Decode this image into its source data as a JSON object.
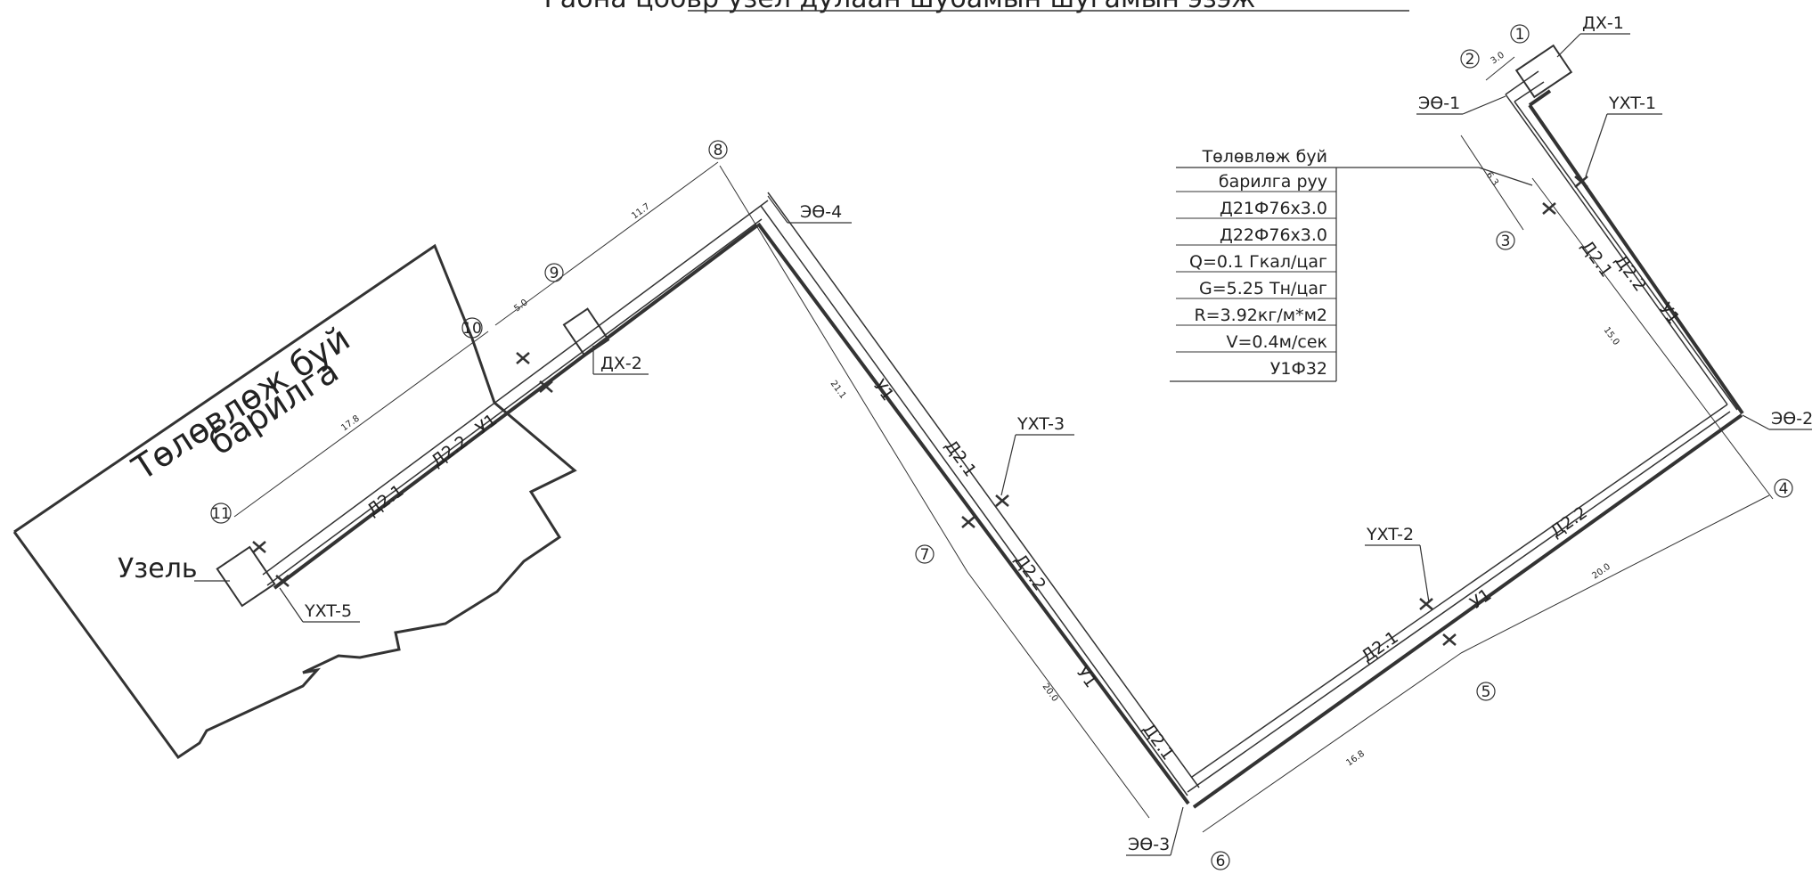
{
  "title": "Рабна цоовр узел дулаан шубамын шугамын эзэж",
  "building": {
    "line1": "Төлөвлөж буй",
    "line2": "барилга",
    "node_label": "Узель"
  },
  "table": {
    "rows": [
      "Төлөвлөж буй",
      "барилга руу",
      "Д21Ф76х3.0",
      "Д22Ф76х3.0",
      "Q=0.1 Гкал/цаг",
      "G=5.25 Тн/цаг",
      "R=3.92кг/м*м2",
      "V=0.4м/сек",
      "У1Ф32"
    ]
  },
  "tags": {
    "dx1": "ДХ-1",
    "dx2": "ДХ-2",
    "eo1": "ЭӨ-1",
    "eo2": "ЭӨ-2",
    "eo3": "ЭӨ-3",
    "eo4": "ЭӨ-4",
    "yxt1": "YXT-1",
    "yxt2": "YXT-2",
    "yxt3": "YXT-3",
    "yxt5": "YXT-5"
  },
  "points": {
    "p1": "1",
    "p2": "2",
    "p3": "3",
    "p4": "4",
    "p5": "5",
    "p6": "6",
    "p7": "7",
    "p8": "8",
    "p9": "9",
    "p10": "10",
    "p11": "11"
  },
  "pipe_labels": {
    "d21": "Д2.1",
    "d22": "Д2.2",
    "u1": "У1"
  },
  "dimensions": {
    "d3_0": "3.0",
    "d6_3": "6.3",
    "d15_0": "15.0",
    "d20_0a": "20.0",
    "d16_8": "16.8",
    "d20_0b": "20.0",
    "d21_1": "21.1",
    "d11_7": "11.7",
    "d5_0": "5.0",
    "d17_8": "17.8"
  }
}
